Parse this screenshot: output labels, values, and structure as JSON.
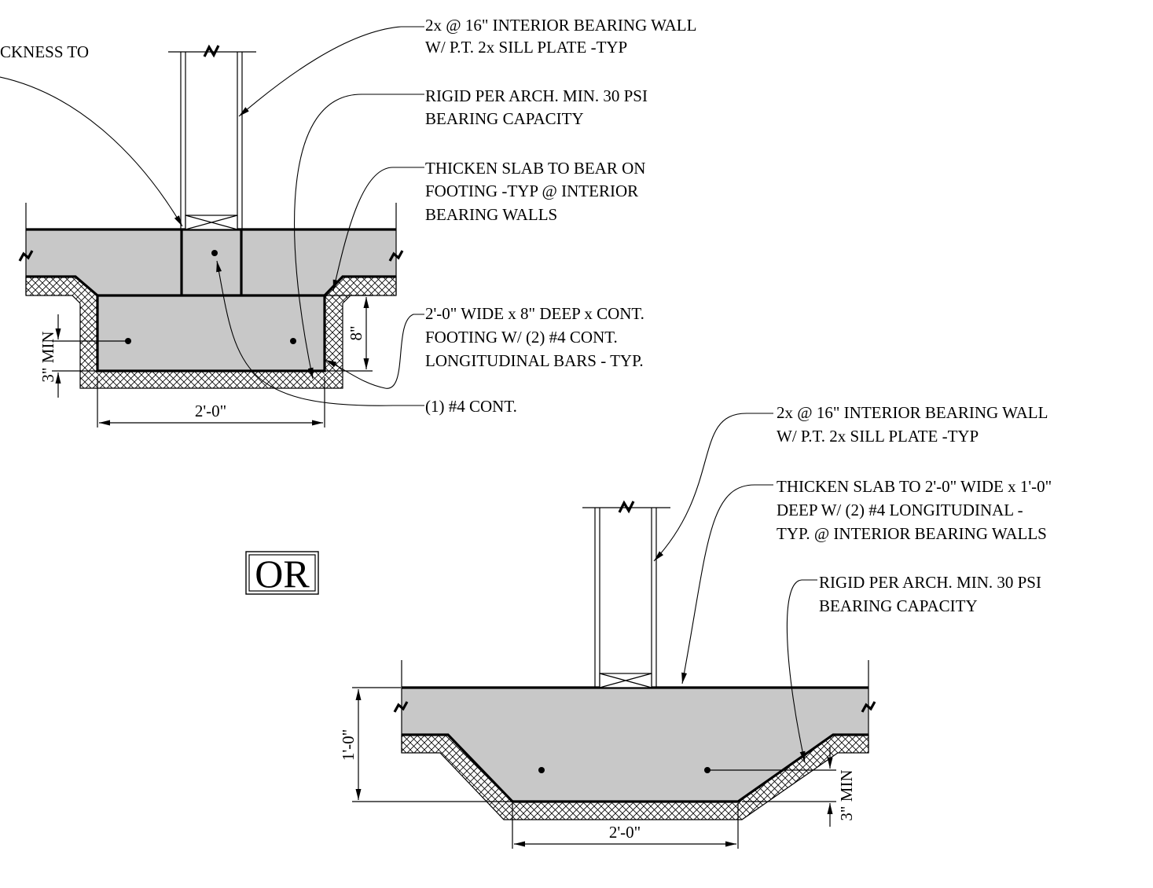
{
  "notes": {
    "top_partial": "CKNESS TO",
    "top_wall_1": "2x @ 16\" INTERIOR BEARING WALL",
    "top_wall_2": "W/ P.T. 2x SILL PLATE -TYP",
    "top_rigid_1": "RIGID PER ARCH. MIN. 30 PSI",
    "top_rigid_2": "BEARING CAPACITY",
    "top_thicken_1": "THICKEN SLAB TO BEAR ON",
    "top_thicken_2": "FOOTING -TYP @ INTERIOR",
    "top_thicken_3": "BEARING WALLS",
    "top_footing_1": "2'-0\" WIDE x 8\" DEEP x CONT.",
    "top_footing_2": "FOOTING W/ (2) #4 CONT.",
    "top_footing_3": "LONGITUDINAL BARS - TYP.",
    "top_bar": "(1) #4 CONT.",
    "bot_wall_1": "2x @ 16\" INTERIOR BEARING WALL",
    "bot_wall_2": "W/ P.T. 2x SILL PLATE -TYP",
    "bot_thicken_1": "THICKEN SLAB TO 2'-0\" WIDE x 1'-0\"",
    "bot_thicken_2": "DEEP W/ (2) #4 LONGITUDINAL -",
    "bot_thicken_3": "TYP. @ INTERIOR BEARING WALLS",
    "bot_rigid_1": "RIGID PER ARCH. MIN. 30 PSI",
    "bot_rigid_2": "BEARING CAPACITY"
  },
  "dimensions": {
    "top_width": "2'-0\"",
    "top_depth": "8\"",
    "top_cover": "3\" MIN",
    "bot_width": "2'-0\"",
    "bot_depth": "1'-0\"",
    "bot_cover": "3\" MIN"
  },
  "or_label": "OR",
  "colors": {
    "concrete": "#c8c8c8",
    "line": "#000000",
    "background": "#ffffff"
  }
}
